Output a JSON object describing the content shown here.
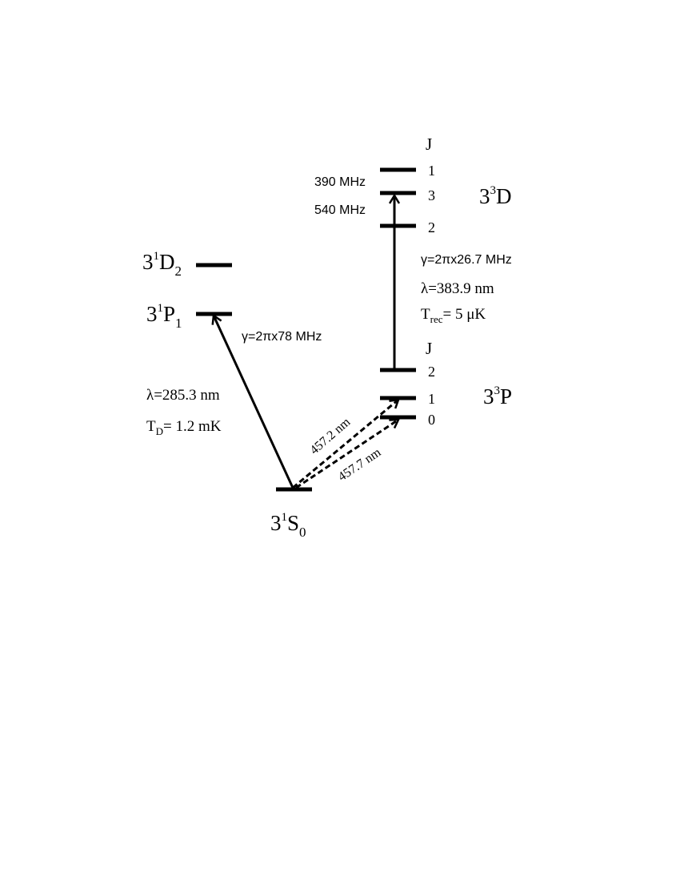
{
  "levels": {
    "s0": {
      "base": "3",
      "sup": "1",
      "letter": "S",
      "sub": "0"
    },
    "p1": {
      "base": "3",
      "sup": "1",
      "letter": "P",
      "sub": "1"
    },
    "d2": {
      "base": "3",
      "sup": "1",
      "letter": "D",
      "sub": "2"
    },
    "tripletP": {
      "base": "3",
      "sup": "3",
      "letter": "P"
    },
    "tripletD": {
      "base": "3",
      "sup": "3",
      "letter": "D"
    }
  },
  "j_header": "J",
  "d_j_values": [
    "1",
    "3",
    "2"
  ],
  "p_j_values": [
    "2",
    "1",
    "0"
  ],
  "d_splittings": [
    "390 MHz",
    "540 MHz"
  ],
  "singlet_transition": {
    "gamma": "γ=2πx78 MHz",
    "lambda": "λ=285.3 nm",
    "temp_base": "T",
    "temp_sub": "D",
    "temp_value": "= 1.2 mK"
  },
  "triplet_transition": {
    "gamma": "γ=2πx26.7 MHz",
    "lambda": "λ=383.9 nm",
    "temp_base": "T",
    "temp_sub": "rec",
    "temp_value": "= 5 μK"
  },
  "intercombination": [
    "457.2 nm",
    "457.7 nm"
  ]
}
